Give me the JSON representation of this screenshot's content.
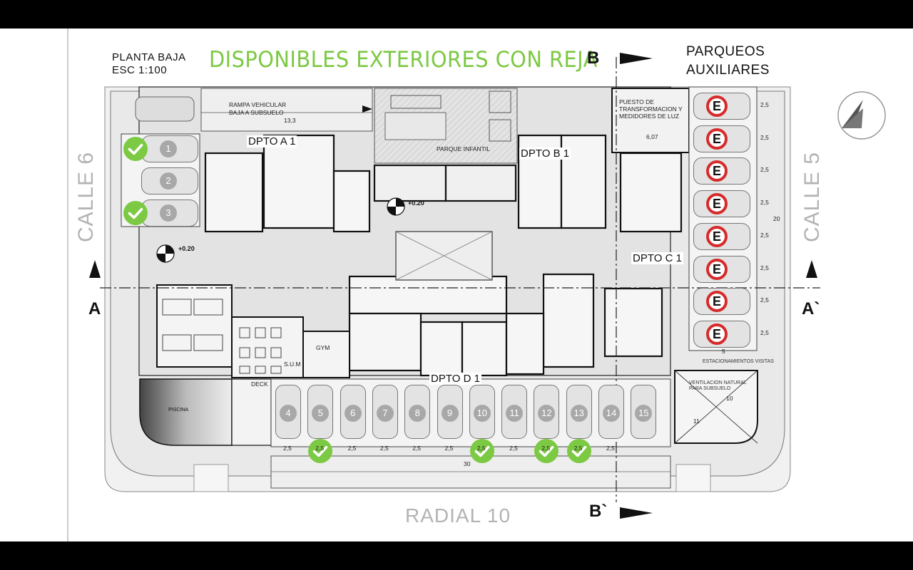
{
  "header": {
    "plan_title": "PLANTA BAJA",
    "scale": "ESC 1:100",
    "headline": "DISPONIBLES EXTERIORES CON REJA",
    "aux_parking_line1": "PARQUEOS",
    "aux_parking_line2": "AUXILIARES"
  },
  "streets": {
    "left": "CALLE 6",
    "right": "CALLE 5",
    "bottom": "RADIAL 10"
  },
  "sections": {
    "b_top": "B",
    "b_bottom": "B`",
    "a_left": "A",
    "a_right": "A`"
  },
  "units": {
    "a1": "DPTO A 1",
    "b1": "DPTO B 1",
    "c1": "DPTO C 1",
    "d1": "DPTO D 1"
  },
  "labels": {
    "ramp": "RAMPA VEHICULAR",
    "ramp_sub": "BAJA A SUBSUELO",
    "ramp_len": "13,3",
    "playground": "PARQUE INFANTIL",
    "transformer_1": "PUESTO DE",
    "transformer_2": "TRANSFORMACION Y",
    "transformer_3": "MEDIDORES DE LUZ",
    "transformer_dim": "6,07",
    "vent_1": "VENTILACION NATURAL",
    "vent_2": "PARA SUBSUELO",
    "visitors": "ESTACIONAMIENTOS VISITAS",
    "gym": "GYM",
    "sum": "S.U.M",
    "deck": "DECK",
    "pool": "PISCINA",
    "level_a": "+0.20",
    "level_b": "+0.20",
    "dim_30": "30",
    "dim_5": "5",
    "dim_20": "20",
    "dim_10": "10",
    "dim_11": "11"
  },
  "left_parking": [
    {
      "number": "1",
      "available": true
    },
    {
      "number": "2",
      "available": false
    },
    {
      "number": "3",
      "available": true
    }
  ],
  "bottom_parking": [
    {
      "number": "4",
      "available": false
    },
    {
      "number": "5",
      "available": true
    },
    {
      "number": "6",
      "available": false
    },
    {
      "number": "7",
      "available": false
    },
    {
      "number": "8",
      "available": false
    },
    {
      "number": "9",
      "available": false
    },
    {
      "number": "10",
      "available": true
    },
    {
      "number": "11",
      "available": false
    },
    {
      "number": "12",
      "available": true
    },
    {
      "number": "13",
      "available": true
    },
    {
      "number": "14",
      "available": false
    },
    {
      "number": "15",
      "available": false
    }
  ],
  "bottom_dims": [
    "2,5",
    "2,5",
    "2,5",
    "2,5",
    "2,5",
    "2,5",
    "2,5",
    "2,5",
    "2,5",
    "2,5",
    "2,5"
  ],
  "right_dims": [
    "2,5",
    "2,5",
    "2,5",
    "2,5",
    "2,5",
    "2,5",
    "2,5",
    "2,5"
  ],
  "aux_parking": {
    "count": 8,
    "symbol": "E",
    "sign_color": "#d62b2b"
  },
  "colors": {
    "available": "#7cc943",
    "headline": "#7cc943"
  },
  "icons": {
    "available": "check-icon",
    "no_parking": "parking-sign-icon",
    "north": "north-arrow-icon"
  }
}
